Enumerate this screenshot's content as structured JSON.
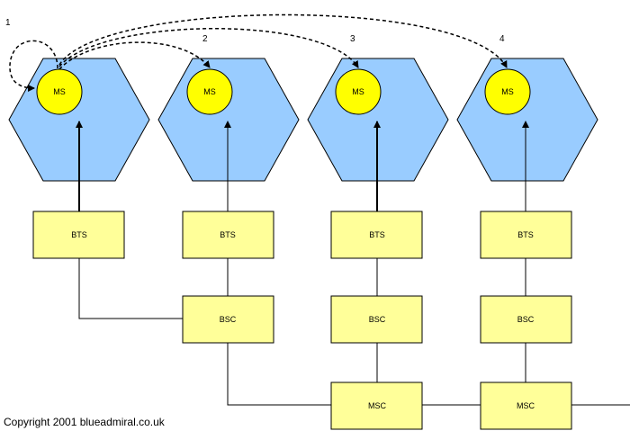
{
  "cells": [
    {
      "number": "1",
      "ms_label": "MS",
      "bts_label": "BTS"
    },
    {
      "number": "2",
      "ms_label": "MS",
      "bts_label": "BTS"
    },
    {
      "number": "3",
      "ms_label": "MS",
      "bts_label": "BTS"
    },
    {
      "number": "4",
      "ms_label": "MS",
      "bts_label": "BTS"
    }
  ],
  "bsc": [
    {
      "label": "BSC"
    },
    {
      "label": "BSC"
    },
    {
      "label": "BSC"
    }
  ],
  "msc": [
    {
      "label": "MSC"
    },
    {
      "label": "MSC"
    }
  ],
  "copyright": "Copyright 2001 blueadmiral.co.uk",
  "colors": {
    "cell_fill": "#99CCFF",
    "ms_fill": "#FFFF00",
    "box_fill": "#FFFF99",
    "stroke": "#000000"
  }
}
